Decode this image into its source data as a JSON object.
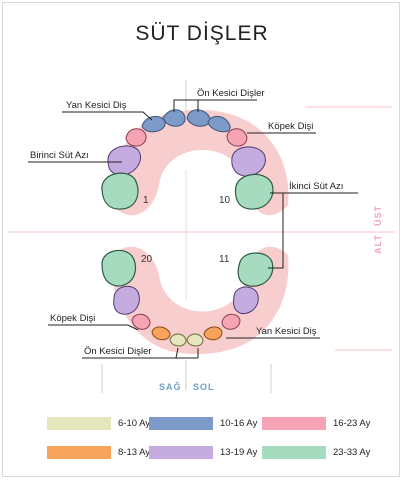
{
  "title": "SÜT DİŞLER",
  "labels": {
    "on_kesici_upper": "Ön Kesici Dişler",
    "yan_kesici_upper": "Yan Kesici Diş",
    "kopek_upper": "Köpek Dişi",
    "birinci_sut_azi": "Birinci Süt Azı",
    "ikinci_sut_azi": "İkinci Süt Azı",
    "kopek_lower": "Köpek Dişi",
    "yan_kesici_lower": "Yan Kesici Diş",
    "on_kesici_lower": "Ön Kesici Dişler"
  },
  "quadrants": {
    "q1": "1",
    "q2": "10",
    "q3": "20",
    "q4": "11"
  },
  "sides": {
    "right": "SAĞ",
    "left": "SOL",
    "upper": "ÜST",
    "lower": "ALT"
  },
  "legend": [
    {
      "label": "6-10 Ay",
      "color": "#e5e6be"
    },
    {
      "label": "10-16 Ay",
      "color": "#7d9bc9"
    },
    {
      "label": "16-23 Ay",
      "color": "#f5a3b5"
    },
    {
      "label": "8-13 Ay",
      "color": "#f7a35c"
    },
    {
      "label": "13-19 Ay",
      "color": "#c4ace0"
    },
    {
      "label": "23-33 Ay",
      "color": "#a7dbc0"
    }
  ]
}
